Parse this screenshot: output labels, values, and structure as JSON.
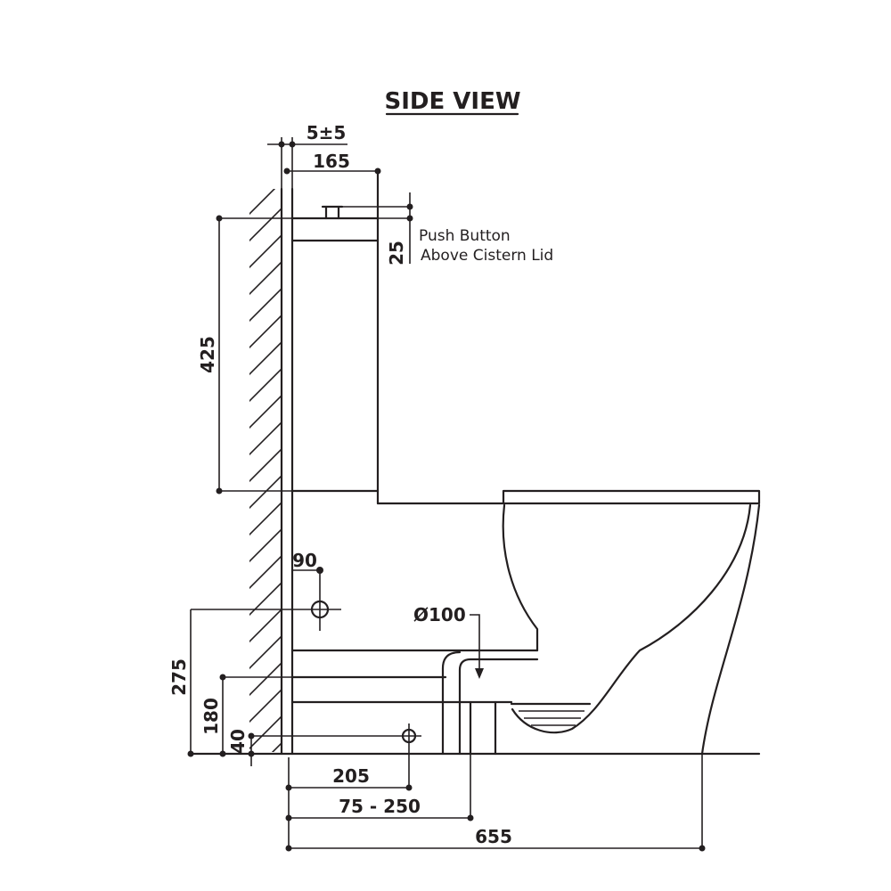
{
  "title": "SIDE VIEW",
  "dimensions": {
    "wall_gap": "5±5",
    "cistern_depth": "165",
    "push_button": "25",
    "cistern_height": "425",
    "inlet_offset": "90",
    "outlet_diameter": "Ø100",
    "waste_height": "275",
    "inlet_height": "180",
    "floor_offset": "40",
    "waste_setout": "205",
    "setout_range": "75 - 250",
    "overall_depth": "655"
  },
  "notes": {
    "push_button_line1": "Push Button",
    "push_button_line2": "Above Cistern Lid"
  },
  "colors": {
    "line": "#231f20",
    "background": "#ffffff"
  }
}
